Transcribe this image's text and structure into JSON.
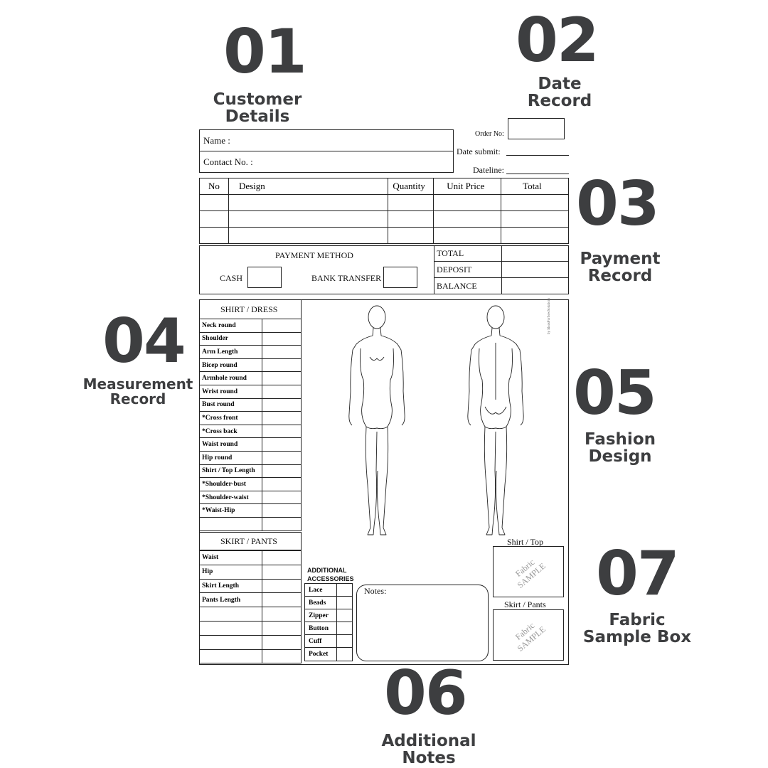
{
  "callouts": [
    {
      "num": "01",
      "line1": "Customer",
      "line2": "Details"
    },
    {
      "num": "02",
      "line1": "Date",
      "line2": "Record"
    },
    {
      "num": "03",
      "line1": "Payment",
      "line2": "Record"
    },
    {
      "num": "04",
      "line1": "Measurement",
      "line2": "Record"
    },
    {
      "num": "05",
      "line1": "Fashion",
      "line2": "Design"
    },
    {
      "num": "06",
      "line1": "Additional",
      "line2": "Notes"
    },
    {
      "num": "07",
      "line1": "Fabric",
      "line2": "Sample Box"
    }
  ],
  "customer": {
    "name_label": "Name :",
    "contact_label": "Contact No. :"
  },
  "dates": {
    "order_no": "Order No:",
    "date_submit": "Date submit:",
    "dateline": "Dateline:"
  },
  "order_table": {
    "headers": [
      "No",
      "Design",
      "Quantity",
      "Unit Price",
      "Total"
    ],
    "rows": 3
  },
  "payment": {
    "title": "PAYMENT METHOD",
    "cash": "CASH",
    "bank": "BANK TRANSFER",
    "total": "TOTAL",
    "deposit": "DEPOSIT",
    "balance": "BALANCE"
  },
  "shirt_dress": {
    "title": "SHIRT / DRESS",
    "items": [
      "Neck round",
      "Shoulder",
      "Arm Length",
      "Bicep round",
      "Armhole round",
      "Wrist round",
      "Bust round",
      "*Cross front",
      "*Cross back",
      "Waist round",
      "Hip round",
      "Shirt / Top Length",
      "*Shoulder-bust",
      "*Shoulder-waist",
      "*Waist-Hip",
      ""
    ]
  },
  "skirt_pants": {
    "title": "SKIRT / PANTS",
    "items": [
      "Waist",
      "Hip",
      "Skirt Length",
      "Pants Length",
      "",
      "",
      "",
      ""
    ]
  },
  "accessories": {
    "title1": "ADDITIONAL",
    "title2": "ACCESSORIES",
    "items": [
      "Lace",
      "Beads",
      "Zipper",
      "Button",
      "Cuff",
      "Pocket"
    ]
  },
  "notes": {
    "label": "Notes:"
  },
  "fabric": {
    "shirt_label": "Shirt / Top",
    "pants_label": "Skirt / Pants",
    "wm1": "Fabric",
    "wm2": "SAMPLE"
  },
  "credit": "by IdeasForSewSolutions"
}
